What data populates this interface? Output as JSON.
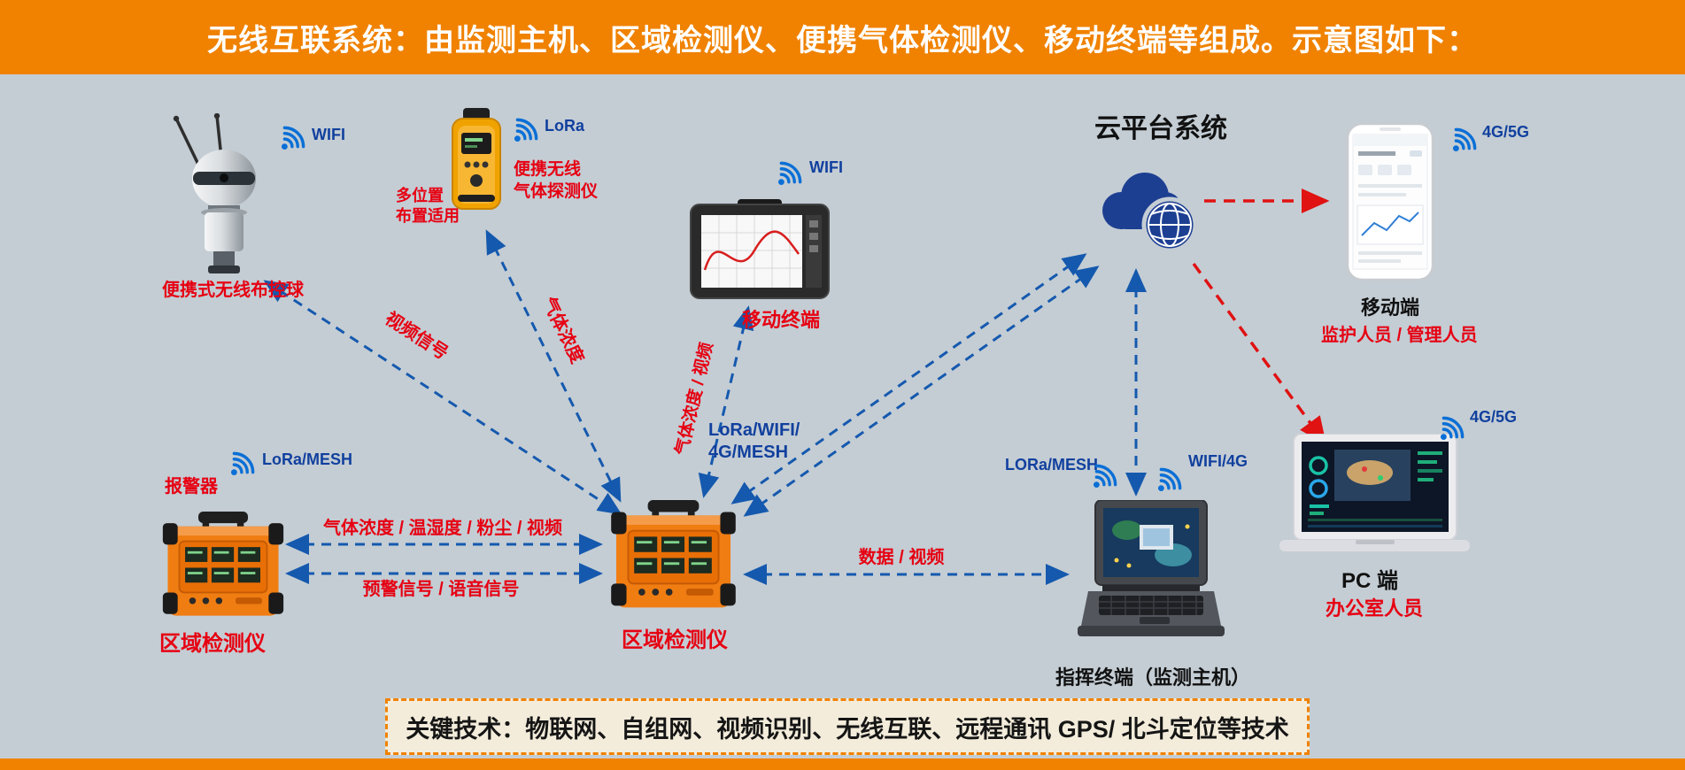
{
  "colors": {
    "accent_orange": "#f08200",
    "signal_blue": "#0a6fd6",
    "label_red": "#e60012",
    "arrow_blue": "#1559ae",
    "arrow_red": "#e01212",
    "background": "#c4cdd4"
  },
  "header": {
    "title": "无线互联系统：由监测主机、区域检测仪、便携气体检测仪、移动终端等组成。示意图如下："
  },
  "devices": {
    "ball_camera": {
      "label": "便携式无线布控球",
      "signal": "WIFI"
    },
    "gas_detector": {
      "label": "便携无线\n气体探测仪",
      "note": "多位置\n布置适用",
      "signal": "LoRa"
    },
    "tablet": {
      "label": "移动终端",
      "signal": "WIFI"
    },
    "cloud": {
      "title": "云平台系统"
    },
    "phone": {
      "label": "移动端",
      "users": "监护人员 / 管理人员",
      "signal": "4G/5G"
    },
    "alarm": {
      "tag": "报警器",
      "label": "区域检测仪",
      "signal": "LoRa/MESH"
    },
    "area_detector": {
      "label": "区域检测仪"
    },
    "command_terminal": {
      "label": "指挥终端（监测主机）",
      "signal_left": "LORa/MESH",
      "signal_right": "WIFI/4G"
    },
    "pc": {
      "label": "PC 端",
      "users": "办公室人员",
      "signal": "4G/5G"
    }
  },
  "connections": {
    "video_signal": "视频信号",
    "gas_concentration": "气体浓度",
    "gas_video": "气体浓度 / 视频",
    "mesh_line1": "LoRa/WIFI/",
    "mesh_line2": "4G/MESH",
    "env_data": "气体浓度 / 温湿度 / 粉尘 / 视频",
    "warning": "预警信号 / 语音信号",
    "data_video": "数据 / 视频"
  },
  "footer": {
    "key_tech": "关键技术：物联网、自组网、视频识别、无线互联、远程通讯 GPS/ 北斗定位等技术"
  }
}
